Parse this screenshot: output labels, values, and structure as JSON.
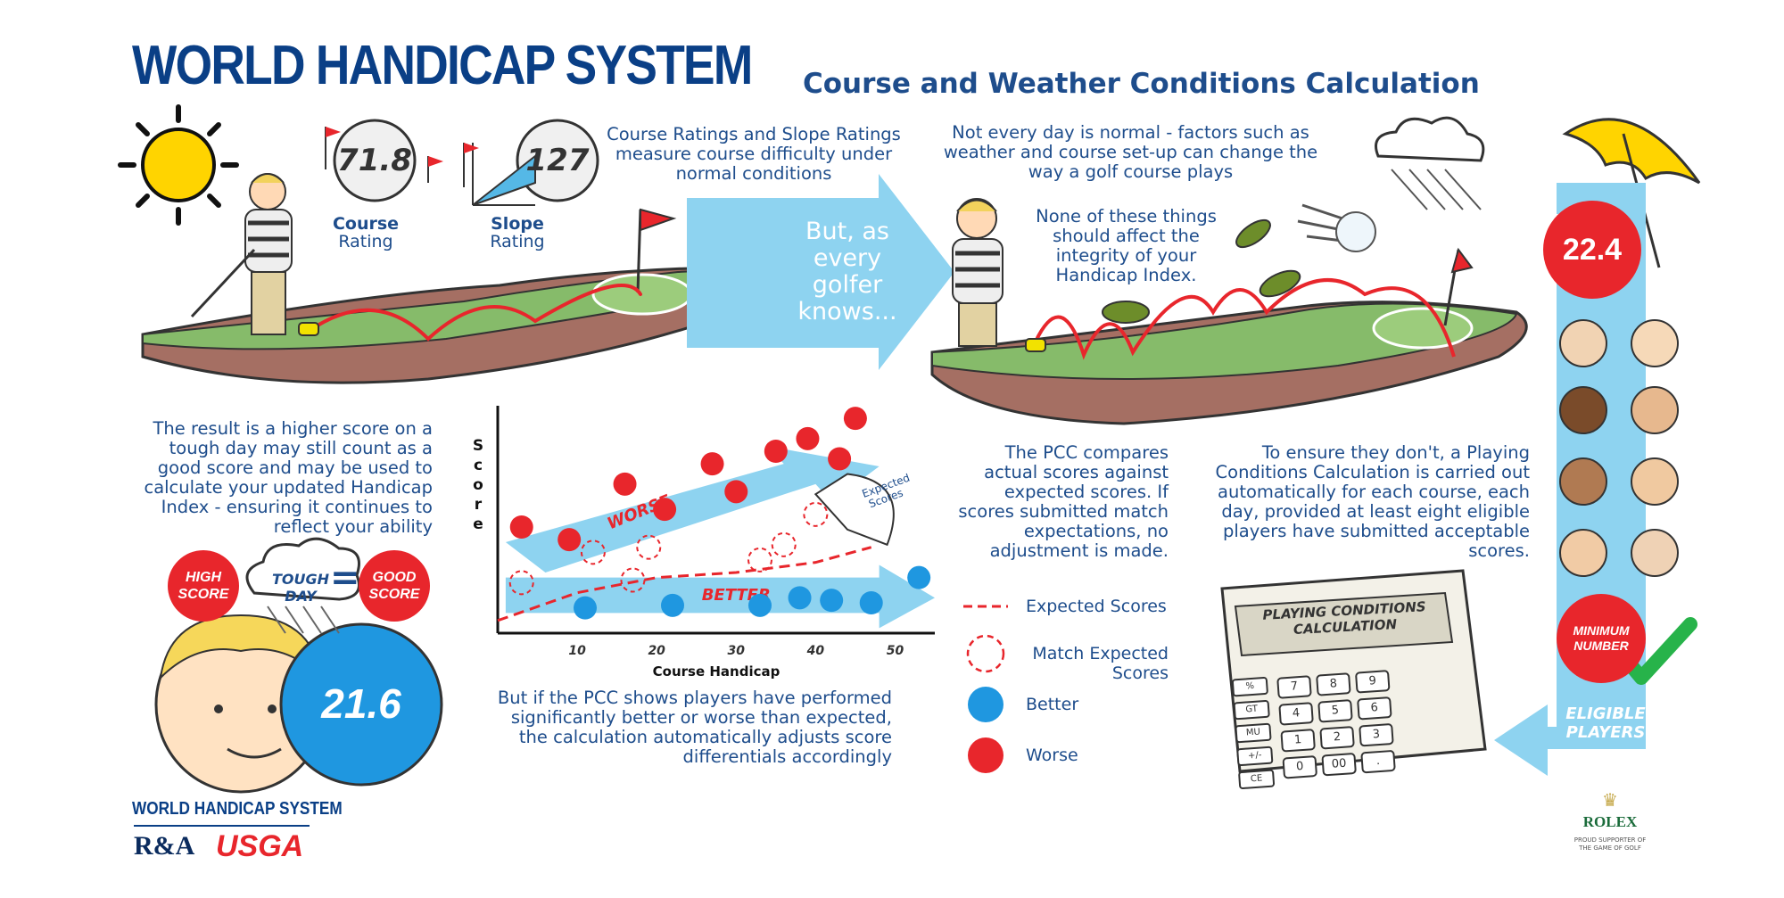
{
  "header": {
    "title": "WORLD HANDICAP SYSTEM",
    "subtitle": "Course and Weather Conditions Calculation"
  },
  "ratings": {
    "course_value": "71.8",
    "course_label_1": "Course",
    "course_label_2": "Rating",
    "slope_value": "127",
    "slope_label_1": "Slope",
    "slope_label_2": "Rating"
  },
  "texts": {
    "ratings_desc": "Course Ratings and Slope Ratings measure course difficulty under normal conditions",
    "arrow_1": "But, as",
    "arrow_2": "every",
    "arrow_3": "golfer",
    "arrow_4": "knows...",
    "not_every_day": "Not every day is normal - factors such as weather and course set-up can change the way a golf course plays",
    "integrity": "None of these things should affect the integrity of your Handicap Index.",
    "result": "The result is a higher score on a tough day may still count as a good score and may be used to calculate your updated Handicap Index - ensuring it continues to reflect your ability",
    "pcc_compares": "The PCC compares actual scores against expected scores. If scores submitted match expectations, no adjustment is made.",
    "to_ensure": "To ensure they don't, a Playing Conditions Calculation is carried out automatically for each course, each day, provided at least eight eligible players have submitted acceptable scores.",
    "but_if": "But if the PCC shows players have performed significantly better or worse than expected, the calculation automatically adjusts score differentials accordingly"
  },
  "equation": {
    "high_1": "HIGH",
    "high_2": "SCORE",
    "tough_1": "TOUGH",
    "tough_2": "DAY",
    "equals": "=",
    "good_1": "GOOD",
    "good_2": "SCORE"
  },
  "index_values": {
    "before": "21.6",
    "after": "22.4"
  },
  "players": {
    "min_1": "MINIMUM",
    "min_2": "NUMBER",
    "eligible_1": "ELIGIBLE",
    "eligible_2": "PLAYERS"
  },
  "calculator": {
    "title_1": "PLAYING CONDITIONS",
    "title_2": "CALCULATION",
    "keys": [
      "7",
      "8",
      "9",
      "4",
      "5",
      "6",
      "1",
      "2",
      "3",
      "0",
      "00",
      "."
    ],
    "left_keys": [
      "%",
      "GT",
      "MU",
      "+/-",
      "CE"
    ]
  },
  "chart_data": {
    "type": "scatter",
    "title": "",
    "xlabel": "Course Handicap",
    "ylabel": "Score",
    "x_ticks": [
      10,
      20,
      30,
      40,
      50
    ],
    "arrow_labels": {
      "worse": "WORSE",
      "better": "BETTER"
    },
    "cone_label_1": "Expected",
    "cone_label_2": "Scores",
    "series": [
      {
        "name": "Expected Scores",
        "style": "dashed-line",
        "points": [
          [
            0,
            5
          ],
          [
            10,
            16
          ],
          [
            20,
            22
          ],
          [
            30,
            24
          ],
          [
            40,
            28
          ],
          [
            47,
            34
          ]
        ]
      },
      {
        "name": "Match Expected Scores",
        "style": "dashed-circle",
        "points": [
          [
            3,
            20
          ],
          [
            12,
            32
          ],
          [
            17,
            21
          ],
          [
            19,
            34
          ],
          [
            33,
            29
          ],
          [
            36,
            35
          ],
          [
            40,
            47
          ]
        ]
      },
      {
        "name": "Better",
        "color": "#1f97e0",
        "points": [
          [
            11,
            10
          ],
          [
            22,
            11
          ],
          [
            33,
            11
          ],
          [
            38,
            14
          ],
          [
            42,
            13
          ],
          [
            47,
            12
          ],
          [
            53,
            22
          ]
        ]
      },
      {
        "name": "Worse",
        "color": "#e8262c",
        "points": [
          [
            3,
            42
          ],
          [
            9,
            37
          ],
          [
            16,
            59
          ],
          [
            21,
            49
          ],
          [
            27,
            67
          ],
          [
            30,
            56
          ],
          [
            35,
            72
          ],
          [
            39,
            77
          ],
          [
            43,
            69
          ],
          [
            45,
            85
          ]
        ]
      }
    ]
  },
  "legend": {
    "expected": "Expected Scores",
    "match_1": "Match Expected",
    "match_2": "Scores",
    "better": "Better",
    "worse": "Worse"
  },
  "footer": {
    "wordmark": "WORLD HANDICAP SYSTEM",
    "ra": "R&A",
    "usga": "USGA",
    "rolex": "ROLEX",
    "rolex_tag_1": "PROUD SUPPORTER OF",
    "rolex_tag_2": "THE GAME OF GOLF"
  },
  "colors": {
    "navy": "#1e4d8c",
    "red": "#e8262c",
    "blue": "#1f97e0",
    "light_blue": "#8ed3f0",
    "grass": "#86bb6a",
    "dirt": "#a56f63"
  }
}
